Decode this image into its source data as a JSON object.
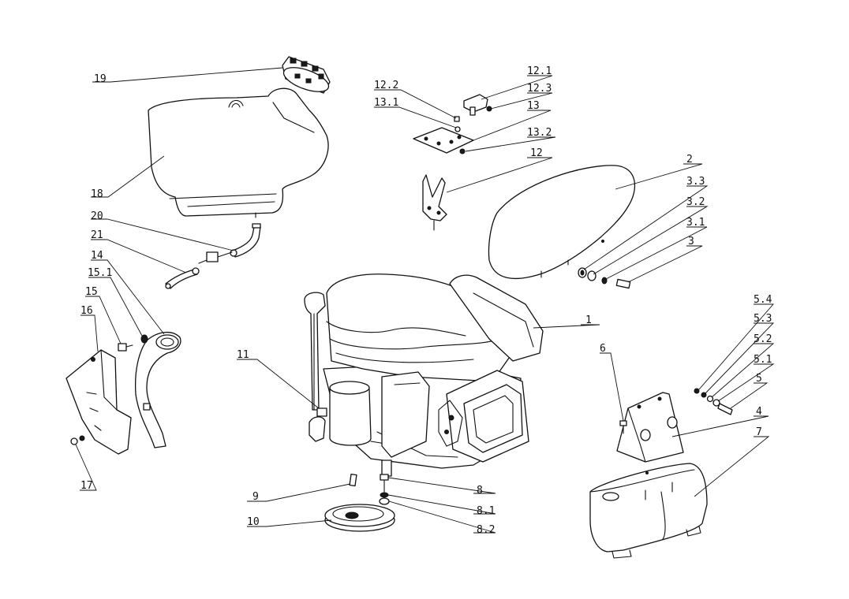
{
  "labels": [
    {
      "id": "19",
      "text": "19"
    },
    {
      "id": "18",
      "text": "18"
    },
    {
      "id": "20",
      "text": "20"
    },
    {
      "id": "21",
      "text": "21"
    },
    {
      "id": "14",
      "text": "14"
    },
    {
      "id": "15_1",
      "text": "15.1"
    },
    {
      "id": "15",
      "text": "15"
    },
    {
      "id": "16",
      "text": "16"
    },
    {
      "id": "17",
      "text": "17"
    },
    {
      "id": "11",
      "text": "11"
    },
    {
      "id": "9",
      "text": "9"
    },
    {
      "id": "10",
      "text": "10"
    },
    {
      "id": "12_2",
      "text": "12.2"
    },
    {
      "id": "12_1",
      "text": "12.1"
    },
    {
      "id": "13_1",
      "text": "13.1"
    },
    {
      "id": "12_3",
      "text": "12.3"
    },
    {
      "id": "13",
      "text": "13"
    },
    {
      "id": "13_2",
      "text": "13.2"
    },
    {
      "id": "12",
      "text": "12"
    },
    {
      "id": "2",
      "text": "2"
    },
    {
      "id": "3_3",
      "text": "3.3"
    },
    {
      "id": "3_2",
      "text": "3.2"
    },
    {
      "id": "3_1",
      "text": "3.1"
    },
    {
      "id": "3",
      "text": "3"
    },
    {
      "id": "1",
      "text": "1"
    },
    {
      "id": "5_4",
      "text": "5.4"
    },
    {
      "id": "5_3",
      "text": "5.3"
    },
    {
      "id": "5_2",
      "text": "5.2"
    },
    {
      "id": "5_1",
      "text": "5.1"
    },
    {
      "id": "5",
      "text": "5"
    },
    {
      "id": "6",
      "text": "6"
    },
    {
      "id": "4",
      "text": "4"
    },
    {
      "id": "7",
      "text": "7"
    },
    {
      "id": "8",
      "text": "8"
    },
    {
      "id": "8_1",
      "text": "8.1"
    },
    {
      "id": "8_2",
      "text": "8.2"
    }
  ]
}
